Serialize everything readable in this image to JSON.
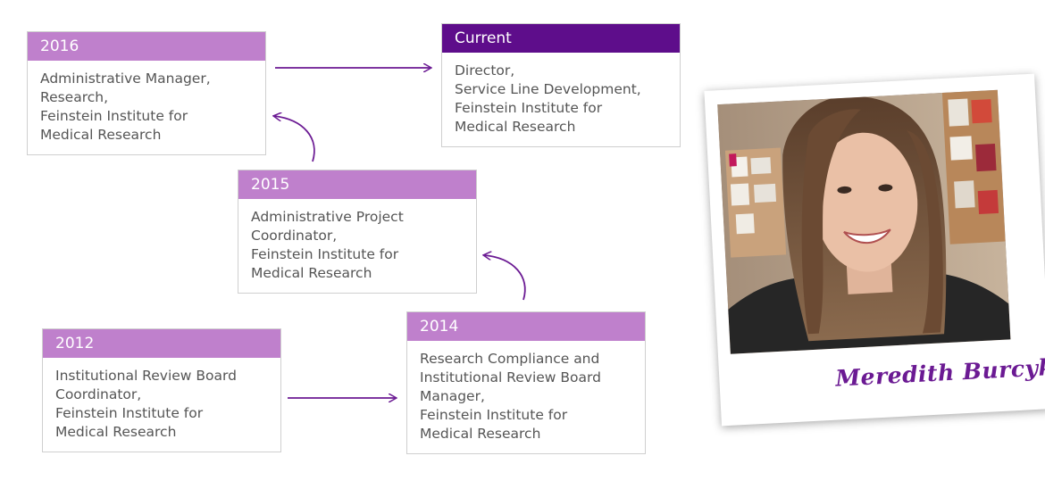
{
  "colors": {
    "light_header": "#bf80cc",
    "dark_header": "#5e0d8b",
    "arrow": "#6b1a93",
    "signature": "#6b1a93"
  },
  "timeline": [
    {
      "year": "2016",
      "lines": [
        "Administrative Manager,",
        "Research,",
        "Feinstein Institute for",
        "Medical Research"
      ]
    },
    {
      "year": "Current",
      "lines": [
        "Director,",
        "Service Line Development,",
        "Feinstein Institute for",
        "Medical Research"
      ]
    },
    {
      "year": "2015",
      "lines": [
        "Administrative Project",
        "Coordinator,",
        "Feinstein Institute for",
        "Medical Research"
      ]
    },
    {
      "year": "2012",
      "lines": [
        "Institutional Review Board",
        "Coordinator,",
        "Feinstein Institute for",
        "Medical Research"
      ]
    },
    {
      "year": "2014",
      "lines": [
        "Research Compliance and",
        "Institutional Review Board",
        "Manager,",
        "Feinstein Institute for",
        "Medical Research"
      ]
    }
  ],
  "photo": {
    "signature": "Meredith Burcyk"
  }
}
